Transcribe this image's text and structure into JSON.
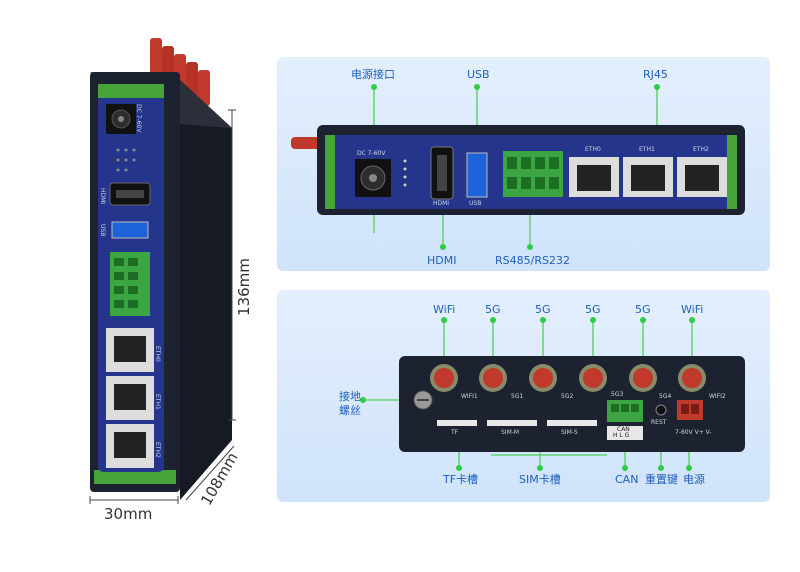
{
  "front_view": {
    "height_label": "136mm",
    "depth_label": "108mm",
    "width_label": "30mm",
    "dc_label": "DC 7-60V",
    "hdmi_label": "HDMI",
    "usb_label": "USB",
    "eth_labels": [
      "ETH0",
      "ETH1",
      "ETH2"
    ]
  },
  "top_panel": {
    "callouts": {
      "power": "电源接口",
      "usb": "USB",
      "rj45": "RJ45",
      "hdmi": "HDMI",
      "serial": "RS485/RS232"
    },
    "device_text": {
      "dc": "DC 7-60V",
      "hdmi": "HDMI",
      "usb": "USB",
      "eth": [
        "ETH0",
        "ETH1",
        "ETH2"
      ]
    }
  },
  "bottom_panel": {
    "antennas": [
      "WiFi",
      "5G",
      "5G",
      "5G",
      "5G",
      "WiFi"
    ],
    "antenna_ports": [
      "WIFI1",
      "5G1",
      "5G2",
      "5G3",
      "5G4",
      "WIFI2"
    ],
    "ground_label": "接地\n螺丝",
    "slot_labels": {
      "tf": "TF",
      "sim_m": "SIM-M",
      "sim_s": "SIM-S"
    },
    "can_marks": {
      "can": "CAN",
      "hl": "H L G"
    },
    "reset_mark": "REST",
    "power_mark": "7-60V  V+  V-",
    "callouts": {
      "tf": "TF卡槽",
      "sim": "SIM卡槽",
      "can": "CAN",
      "reset": "重置键",
      "power": "电源"
    }
  },
  "colors": {
    "callout_text": "#1f5fbf",
    "callout_dot": "#2fcc45",
    "callout_line": "#62d36f",
    "device_body": "#1c2230",
    "device_face": "#25358c",
    "accent_green": "#45a53a",
    "antenna_red": "#c0392b"
  }
}
